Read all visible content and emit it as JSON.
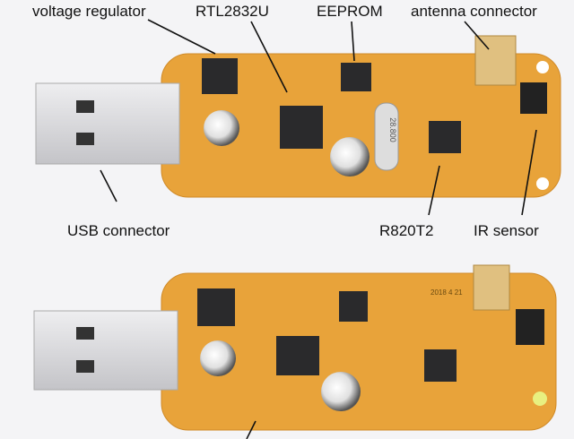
{
  "labels": {
    "voltage_regulator": "voltage regulator",
    "rtl": "RTL2832U",
    "eeprom": "EEPROM",
    "antenna": "antenna connector",
    "usb": "USB connector",
    "r820": "R820T2",
    "ir": "IR sensor"
  },
  "board_markings": {
    "crystal": "28.800",
    "date": "2018 4 21"
  },
  "colors": {
    "pcb": "#e8a33a",
    "chip": "#2a2a2c",
    "usb_metal": "#d8d8dc",
    "background": "#f4f4f6"
  }
}
